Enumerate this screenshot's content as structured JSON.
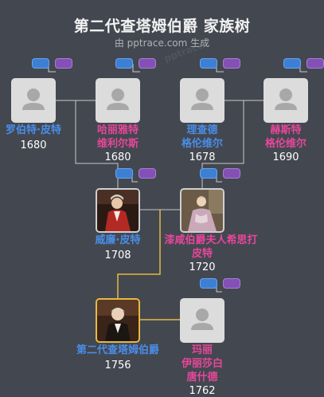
{
  "header": {
    "title": "第二代查塔姆伯爵 家族树",
    "subtitle": "由 pptrace.com 生成",
    "watermark": "pptrace"
  },
  "people": {
    "p1": {
      "name1": "罗伯特·皮特",
      "name2": "",
      "year": "1680",
      "gender": "male"
    },
    "p2": {
      "name1": "哈丽雅特",
      "name2": "维利尔斯",
      "year": "1680",
      "gender": "female"
    },
    "p3": {
      "name1": "理查德",
      "name2": "格伦维尔",
      "year": "1678",
      "gender": "male"
    },
    "p4": {
      "name1": "赫斯特",
      "name2": "格伦维尔",
      "year": "1690",
      "gender": "female"
    },
    "p5": {
      "name1": "威廉·皮特",
      "name2": "",
      "year": "1708",
      "gender": "male"
    },
    "p6": {
      "name1": "漆咸伯爵夫人希思打",
      "name2": "皮特",
      "year": "1720",
      "gender": "female"
    },
    "p7": {
      "name1": "第二代查塔姆伯爵",
      "name2": "",
      "year": "1756",
      "gender": "male"
    },
    "p8": {
      "name1": "玛丽",
      "name2": "伊丽莎白",
      "name3": "唐什德",
      "year": "1762",
      "gender": "female"
    }
  },
  "colors": {
    "male": "#4a8ee8",
    "female": "#e8479a",
    "line": "#c9c9c9",
    "highlight_line": "#e7b940",
    "background": "#434750"
  },
  "icons": {
    "male_toggle": "father-toggle-icon",
    "female_toggle": "mother-toggle-icon",
    "placeholder": "person-silhouette-icon"
  }
}
